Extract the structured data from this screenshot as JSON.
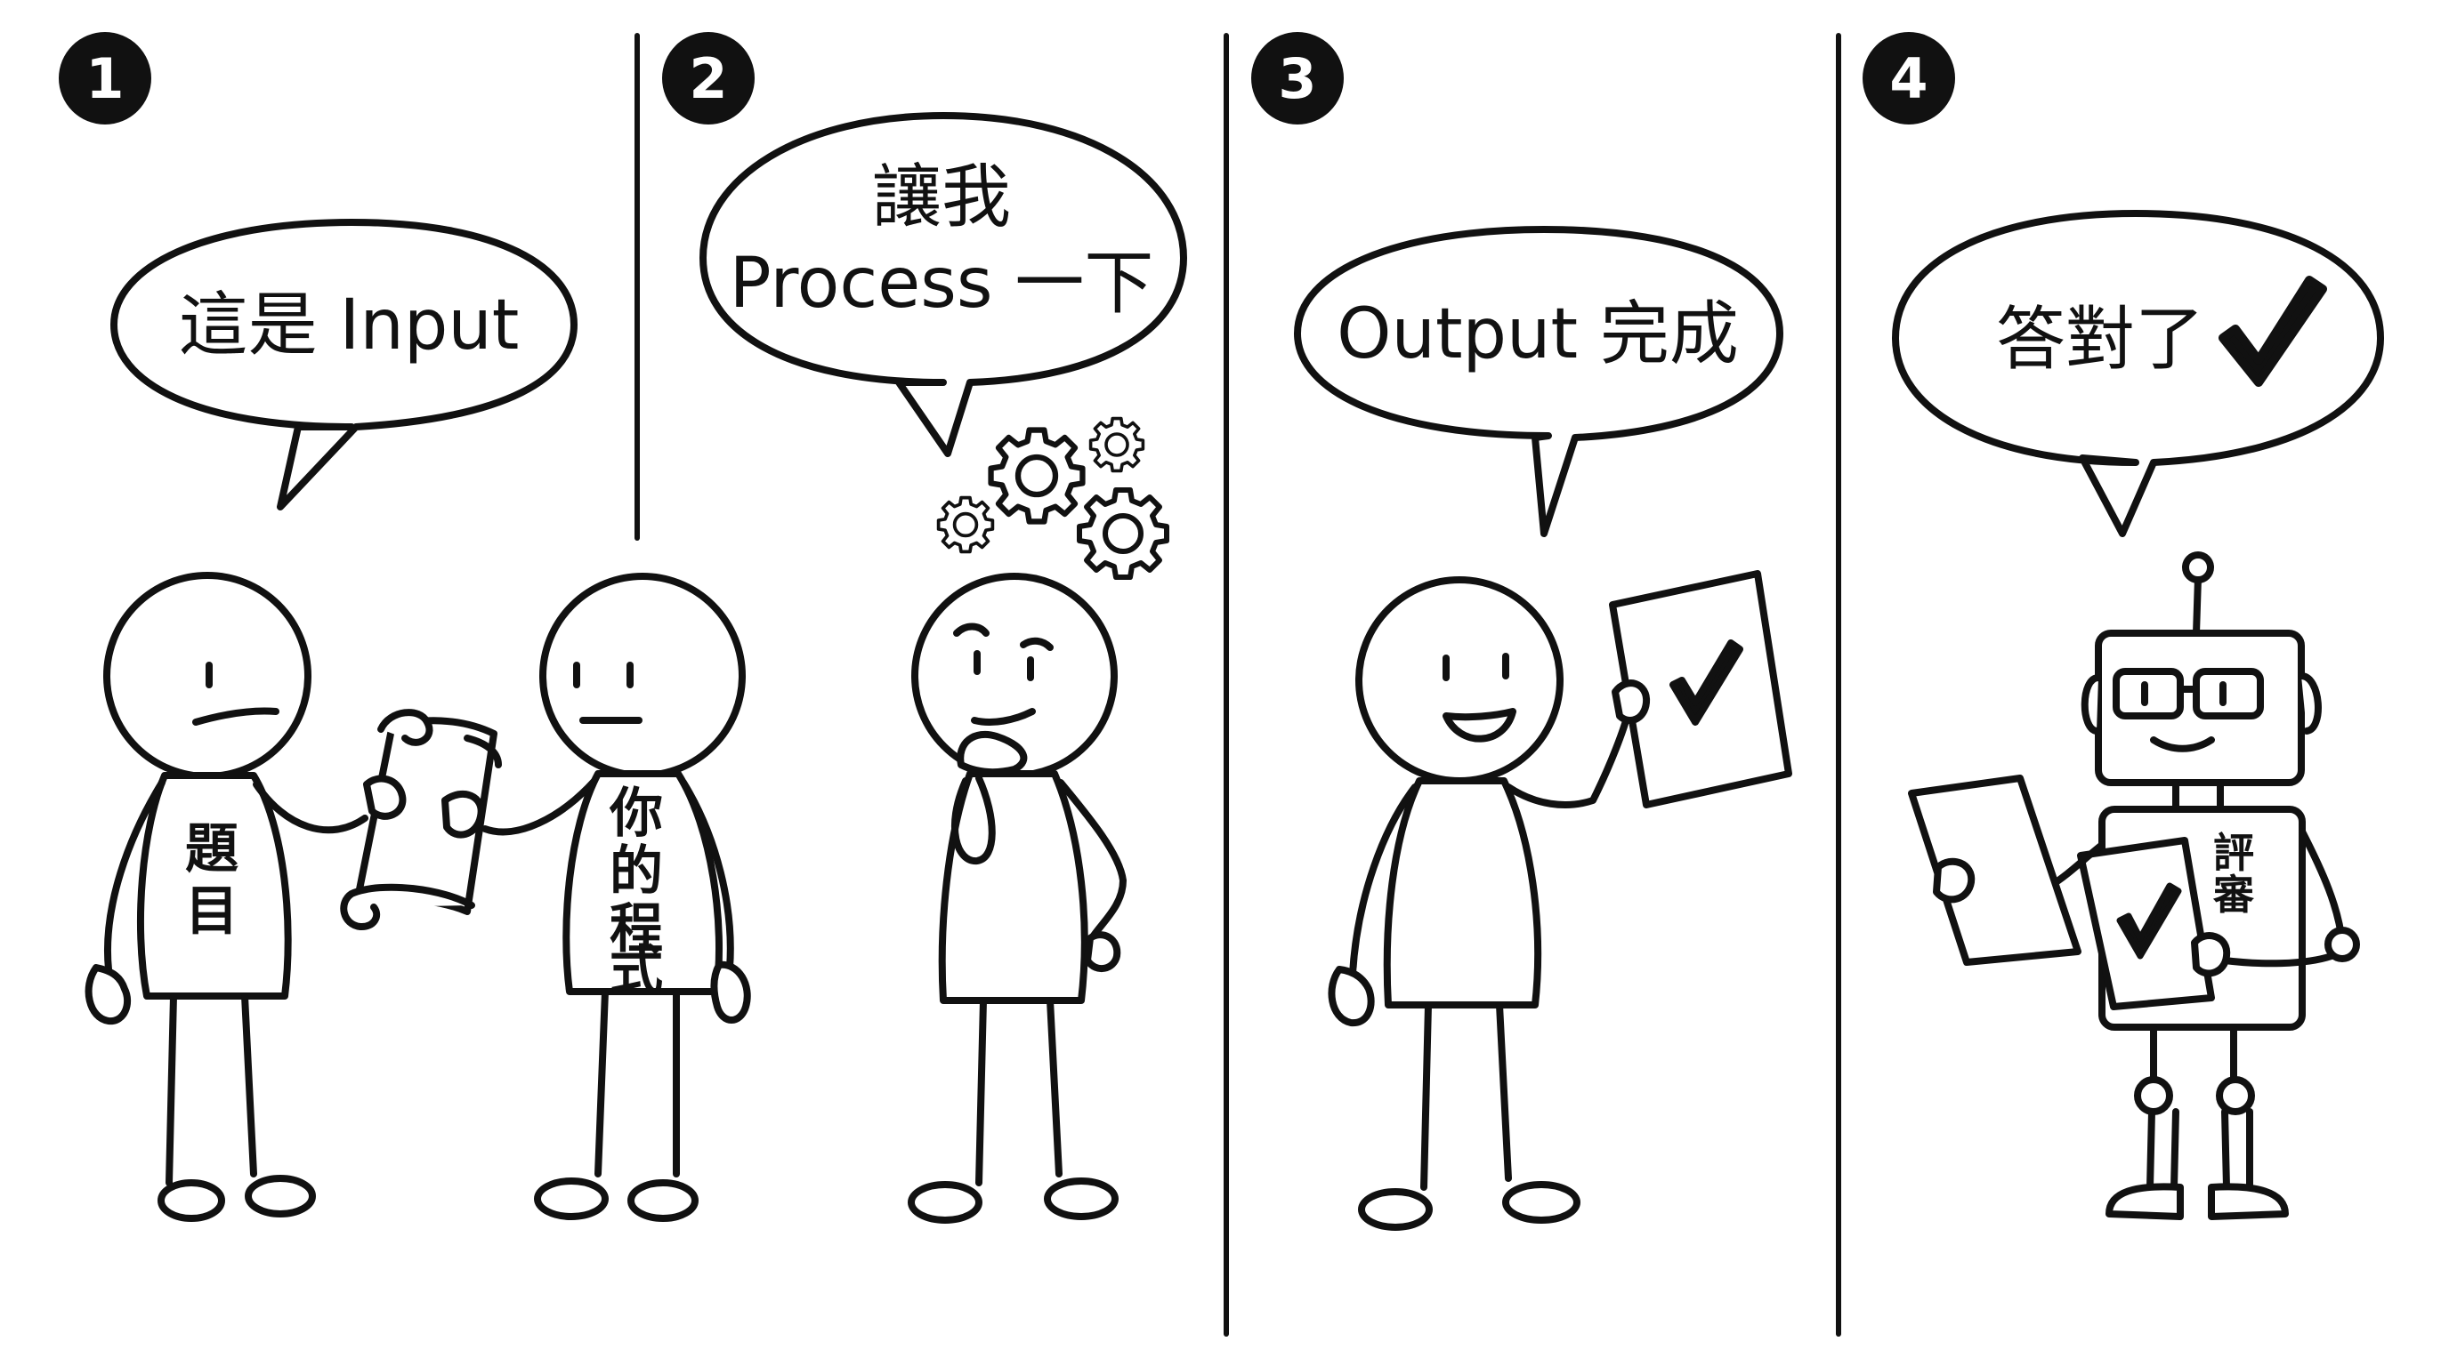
{
  "panels": [
    {
      "number": "1",
      "speech": "這是 Input",
      "shirt_left": [
        "題",
        "目"
      ],
      "shirt_right": [
        "你",
        "的",
        "程",
        "式"
      ]
    },
    {
      "number": "2",
      "speech_line1": "讓我",
      "speech_line2": "Process 一下"
    },
    {
      "number": "3",
      "speech": "Output 完成"
    },
    {
      "number": "4",
      "speech": "答對了",
      "robot_label": [
        "評",
        "審"
      ]
    }
  ],
  "icons": {
    "badge": "numbered-circle-badge",
    "checkmark": "checkmark-icon",
    "gear": "gear-icon",
    "scroll": "paper-scroll",
    "robot": "robot-judge"
  },
  "colors": {
    "ink": "#111111",
    "paper": "#ffffff"
  }
}
